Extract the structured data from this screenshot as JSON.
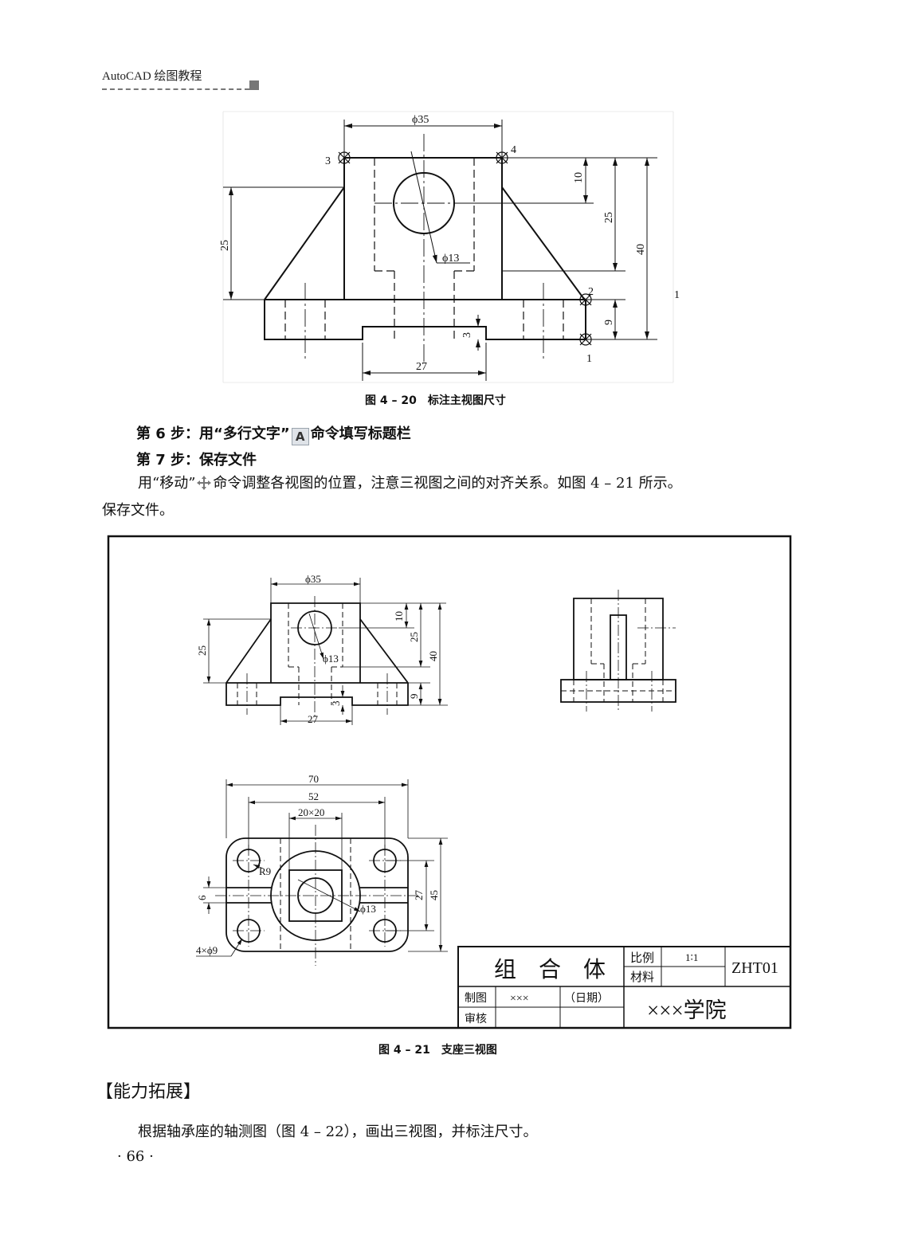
{
  "header": {
    "title": "AutoCAD 绘图教程"
  },
  "figure_1": {
    "caption": "图 4 – 20　标注主视图尺寸",
    "dims": {
      "phi35": "ϕ35",
      "d10": "10",
      "d25_right": "25",
      "d40": "40",
      "d25_left": "25",
      "phi13": "ϕ13",
      "d9": "9",
      "d3": "3",
      "d27": "27"
    },
    "points": {
      "p1": "1",
      "p2": "2",
      "p3": "3",
      "p4": "4"
    },
    "side_label": "1"
  },
  "steps": {
    "step6": "第 6 步：用“多行文字”",
    "step6_icon": "A",
    "step6_rest": "命令填写标题栏",
    "step7": "第 7 步：保存文件"
  },
  "paragraph": {
    "part1": "用“移动”",
    "part2": "命令调整各视图的位置，注意三视图之间的对齐关系。如图 4 – 21 所示。",
    "part3": "保存文件。"
  },
  "figure_2": {
    "caption": "图 4 – 21　支座三视图",
    "front_dims": {
      "phi35": "ϕ35",
      "d10": "10",
      "d25": "25",
      "d40": "40",
      "d25_left": "25",
      "phi13": "ϕ13",
      "d9": "9",
      "d3": "3",
      "d27": "27"
    },
    "top_dims": {
      "d70": "70",
      "d52": "52",
      "d20x20": "20×20",
      "R9": "R9",
      "d6": "6",
      "phi13": "ϕ13",
      "d27": "27",
      "d45": "45",
      "holes": "4×ϕ9"
    },
    "title_block": {
      "name": "组　合　体",
      "scale_label": "比例",
      "scale_value": "1∶1",
      "material_label": "材料",
      "code": "ZHT01",
      "drawn_label": "制图",
      "drawn_value": "×××",
      "date_label": "（日期）",
      "check_label": "审核",
      "school": "×××学院"
    }
  },
  "section": {
    "title": "【能力拓展】"
  },
  "exercise": {
    "text": "根据轴承座的轴测图（图 4 – 22），画出三视图，并标注尺寸。"
  },
  "page": {
    "number": "· 66 ·"
  }
}
